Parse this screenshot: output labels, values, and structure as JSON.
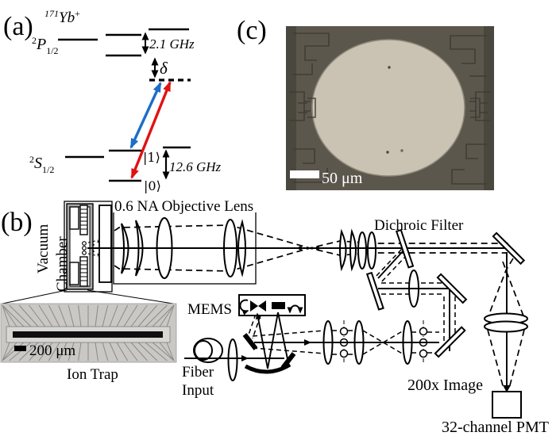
{
  "panel_a": {
    "label": "(a)",
    "ion_name": {
      "mass_sup": "171",
      "element": "Yb",
      "charge_sup": "+"
    },
    "p_state": {
      "sup": "2",
      "letter": "P",
      "sub": "1/2"
    },
    "s_state": {
      "sup": "2",
      "letter": "S",
      "sub": "1/2"
    },
    "p_splitting": "2.1 GHz",
    "detuning": "δ",
    "s_splitting": "12.6 GHz",
    "ket_one": "|1⟩",
    "ket_zero": "|0⟩",
    "colors": {
      "raman_blue": "#1b6ec9",
      "raman_red": "#e11212"
    }
  },
  "panel_b": {
    "label": "(b)",
    "vacuum_chamber": {
      "line1": "Vacuum",
      "line2": "Chamber"
    },
    "objective_label": "0.6 NA Objective Lens",
    "dichroic_label": "Dichroic Filter",
    "mems_label": "MEMS",
    "fiber_input": {
      "line1": "Fiber",
      "line2": "Input"
    },
    "ion_trap_inset": {
      "scale_bar": "200 μm",
      "caption": "Ion Trap"
    },
    "image_label": "200x Image",
    "pmt_label": "32-channel PMT"
  },
  "panel_c": {
    "label": "(c)",
    "scale_bar": "50 μm",
    "colors": {
      "background": "#5b574c",
      "edge": "#4a473f",
      "mirror_disc": "#cac3b4"
    }
  }
}
